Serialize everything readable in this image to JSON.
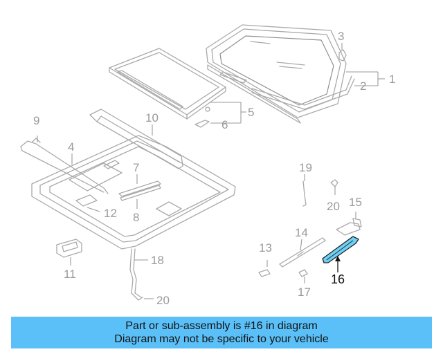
{
  "callouts": {
    "c1": "1",
    "c2": "2",
    "c3": "3",
    "c4": "4",
    "c5": "5",
    "c6": "6",
    "c7": "7",
    "c8": "8",
    "c9": "9",
    "c10": "10",
    "c11": "11",
    "c12": "12",
    "c13": "13",
    "c14": "14",
    "c15": "15",
    "c16": "16",
    "c17": "17",
    "c18": "18",
    "c19": "19",
    "c20a": "20",
    "c20b": "20"
  },
  "highlighted_part": "16",
  "colors": {
    "banner_bg": "#5bc0f8",
    "highlight_fill": "#6fd0f5",
    "line_gray": "#a9a9a9",
    "text_gray": "#9a9a9a"
  },
  "banner": {
    "line1": "Part or sub-assembly is #16 in diagram",
    "line2": "Diagram may not be specific to your vehicle"
  }
}
